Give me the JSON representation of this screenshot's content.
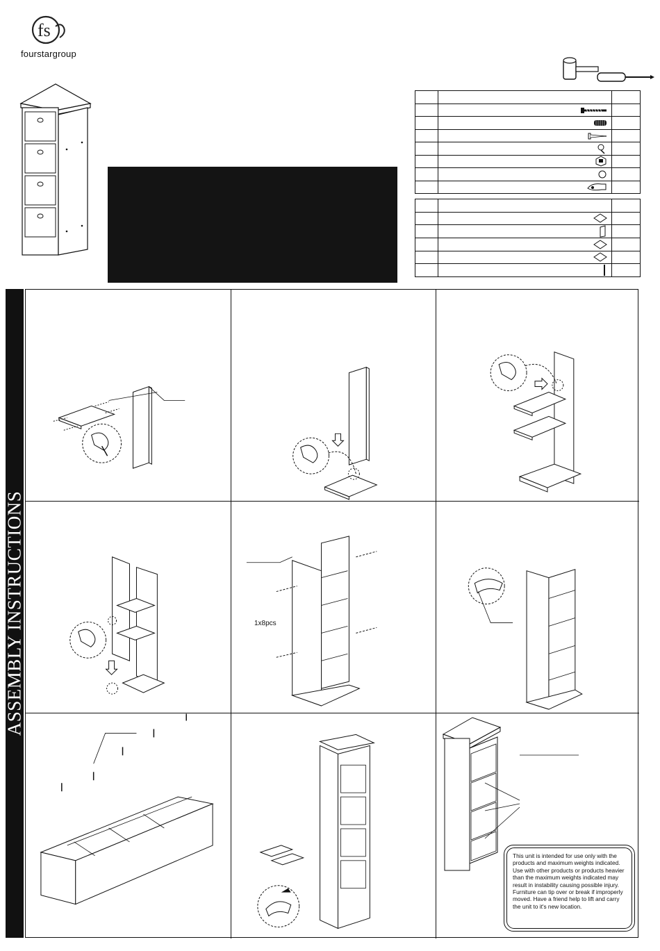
{
  "brand": {
    "name": "fourstargroup",
    "mark": "fsg-logo"
  },
  "icons": {
    "tools": [
      "hammer-icon",
      "screwdriver-icon"
    ]
  },
  "hardware_table": [
    {
      "part": "long-screw-icon"
    },
    {
      "part": "dowel-icon"
    },
    {
      "part": "nail-icon"
    },
    {
      "part": "cam-bolt-icon"
    },
    {
      "part": "cam-lock-icon"
    },
    {
      "part": "cover-cap-icon"
    },
    {
      "part": "allen-key-icon"
    }
  ],
  "panel_table": [
    {
      "part": "shelf-panel-icon"
    },
    {
      "part": "side-panel-icon"
    },
    {
      "part": "top-panel-icon"
    },
    {
      "part": "bottom-panel-icon"
    },
    {
      "part": "back-strip-icon"
    }
  ],
  "side_banner": "ASSEMBLY INSTRUCTIONS",
  "step5_quantity": "1x8pcs",
  "warning": "This unit is intended for use only with the products and maximum weights indicated. Use with other products or products heavier than the maximum weights indicated may result in instability causing possible injury.  Furniture can tip over or break if improperly moved.  Have a friend help to lift and carry the unit to it's new location.",
  "colors": {
    "ink": "#111111",
    "title_box": "#141414"
  }
}
